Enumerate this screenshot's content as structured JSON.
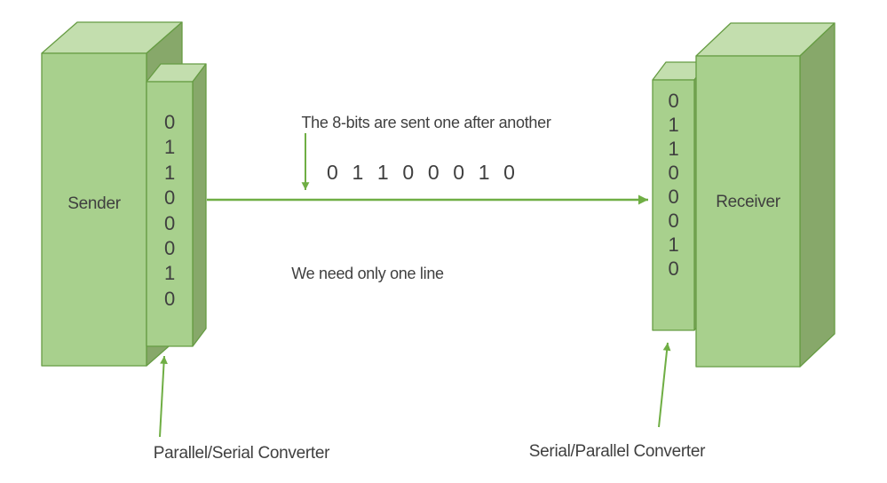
{
  "sender": {
    "label": "Sender",
    "bits": [
      "0",
      "1",
      "1",
      "0",
      "0",
      "0",
      "1",
      "0"
    ]
  },
  "receiver": {
    "label": "Receiver",
    "bits": [
      "0",
      "1",
      "1",
      "0",
      "0",
      "0",
      "1",
      "0"
    ]
  },
  "serial_bits": [
    "0",
    "1",
    "1",
    "0",
    "0",
    "0",
    "1",
    "0"
  ],
  "annotations": {
    "serial_note": "The 8-bits are sent one after another",
    "line_note": "We need only one line",
    "left_converter": "Parallel/Serial Converter",
    "right_converter": "Serial/Parallel Converter"
  },
  "colors": {
    "face_top": "#c3deae",
    "face_front": "#a8d08d",
    "face_side": "#87a86a",
    "outline": "#669c43",
    "arrow": "#6fae44",
    "text": "#3f3f3f"
  }
}
